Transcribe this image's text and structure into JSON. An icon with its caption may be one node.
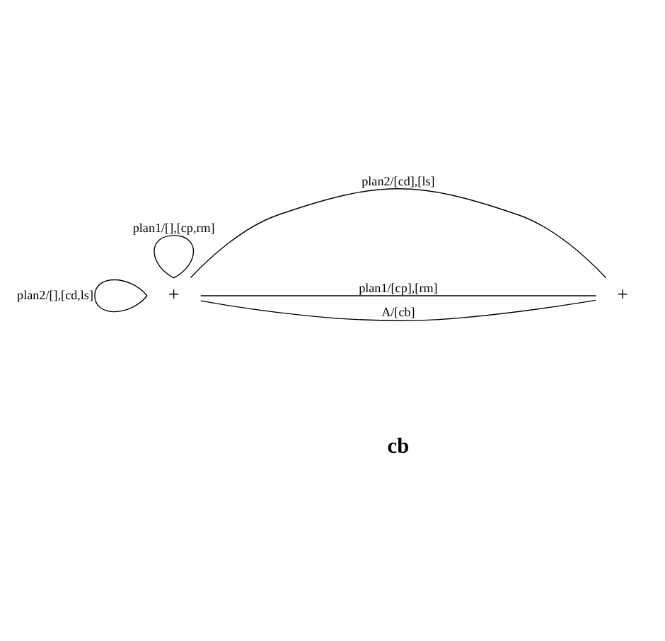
{
  "diagram": {
    "nodes": [
      {
        "text": [
          "+"
        ]
      },
      {
        "text": [
          "+"
        ]
      }
    ],
    "edges": [
      {
        "from": 0,
        "to": 0,
        "arrow": "none",
        "label": "plan2/[],[cd,ls]"
      },
      {
        "from": 0,
        "to": 0,
        "arrow": "none",
        "label": "plan1/[],[cp,rm]"
      },
      {
        "from": 0,
        "to": 1,
        "arrow": "none",
        "label": "plan2/[cd],[ls]"
      },
      {
        "from": 0,
        "to": 1,
        "arrow": "none",
        "label": "plan1/[cp],[rm]"
      },
      {
        "from": 0,
        "to": 1,
        "arrow": "none",
        "label": "A/[cb]"
      }
    ],
    "labels": [
      "cb"
    ]
  }
}
